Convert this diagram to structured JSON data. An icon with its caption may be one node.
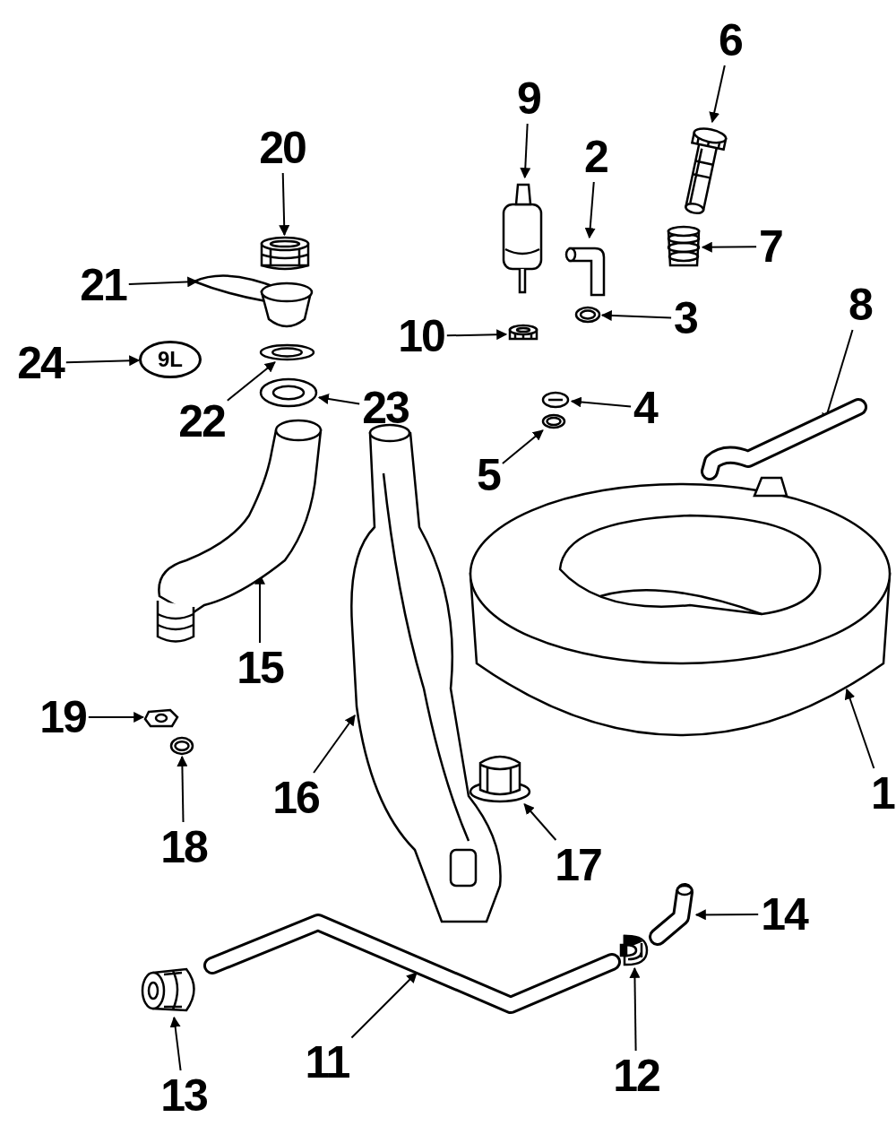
{
  "diagram": {
    "nodes": [
      {
        "text": [
          "6"
        ]
      },
      {
        "text": [],
        "shape": "picture"
      },
      {
        "text": [
          "9"
        ]
      },
      {
        "text": [],
        "shape": "picture"
      },
      {
        "text": [
          "20"
        ]
      },
      {
        "text": [],
        "shape": "picture"
      },
      {
        "text": [
          "2"
        ]
      },
      {
        "text": [],
        "shape": "picture"
      },
      {
        "text": [
          "7"
        ]
      },
      {
        "text": [],
        "shape": "picture"
      },
      {
        "text": [
          "21"
        ]
      },
      {
        "text": [],
        "shape": "picture"
      },
      {
        "text": [
          "8"
        ]
      },
      {
        "text": [],
        "shape": "picture"
      },
      {
        "text": [
          "3"
        ]
      },
      {
        "text": [],
        "shape": "picture"
      },
      {
        "text": [
          "10"
        ]
      },
      {
        "text": [],
        "shape": "picture"
      },
      {
        "text": [
          "24"
        ]
      },
      {
        "text": [
          "9L"
        ]
      },
      {
        "text": [
          "4"
        ]
      },
      {
        "text": [],
        "shape": "picture"
      },
      {
        "text": [
          "23"
        ]
      },
      {
        "text": [],
        "shape": "picture"
      },
      {
        "text": [
          "22"
        ]
      },
      {
        "text": [],
        "shape": "picture"
      },
      {
        "text": [
          "5"
        ]
      },
      {
        "text": [],
        "shape": "picture"
      },
      {
        "text": [
          "15"
        ]
      },
      {
        "text": [],
        "shape": "picture"
      },
      {
        "text": [
          "19"
        ]
      },
      {
        "text": [],
        "shape": "picture"
      },
      {
        "text": [
          "1"
        ]
      },
      {
        "text": [],
        "shape": "picture"
      },
      {
        "text": [
          "16"
        ]
      },
      {
        "text": [],
        "shape": "picture"
      },
      {
        "text": [
          "18"
        ]
      },
      {
        "text": [],
        "shape": "picture"
      },
      {
        "text": [
          "17"
        ]
      },
      {
        "text": [],
        "shape": "picture"
      },
      {
        "text": [
          "14"
        ]
      },
      {
        "text": [],
        "shape": "picture"
      },
      {
        "text": [
          "11"
        ]
      },
      {
        "text": [],
        "shape": "picture"
      },
      {
        "text": [
          "12"
        ]
      },
      {
        "text": [],
        "shape": "picture"
      },
      {
        "text": [
          "13"
        ]
      },
      {
        "text": [],
        "shape": "picture"
      }
    ],
    "edges": [
      {
        "from": 0,
        "to": 1,
        "arrow": "to"
      },
      {
        "from": 2,
        "to": 3,
        "arrow": "to"
      },
      {
        "from": 4,
        "to": 5,
        "arrow": "to"
      },
      {
        "from": 6,
        "to": 7,
        "arrow": "to"
      },
      {
        "from": 8,
        "to": 9,
        "arrow": "to"
      },
      {
        "from": 10,
        "to": 11,
        "arrow": "to"
      },
      {
        "from": 12,
        "to": 13,
        "arrow": "to"
      },
      {
        "from": 14,
        "to": 15,
        "arrow": "to"
      },
      {
        "from": 16,
        "to": 17,
        "arrow": "to"
      },
      {
        "from": 18,
        "to": 19,
        "arrow": "to"
      },
      {
        "from": 20,
        "to": 21,
        "arrow": "to"
      },
      {
        "from": 22,
        "to": 23,
        "arrow": "to"
      },
      {
        "from": 24,
        "to": 25,
        "arrow": "to"
      },
      {
        "from": 26,
        "to": 27,
        "arrow": "to"
      },
      {
        "from": 28,
        "to": 29,
        "arrow": "to"
      },
      {
        "from": 30,
        "to": 31,
        "arrow": "to"
      },
      {
        "from": 32,
        "to": 33,
        "arrow": "to"
      },
      {
        "from": 34,
        "to": 35,
        "arrow": "to"
      },
      {
        "from": 36,
        "to": 37,
        "arrow": "to"
      },
      {
        "from": 38,
        "to": 39,
        "arrow": "to"
      },
      {
        "from": 40,
        "to": 41,
        "arrow": "to"
      },
      {
        "from": 42,
        "to": 43,
        "arrow": "to"
      },
      {
        "from": 44,
        "to": 45,
        "arrow": "to"
      },
      {
        "from": 46,
        "to": 47,
        "arrow": "to"
      }
    ]
  }
}
